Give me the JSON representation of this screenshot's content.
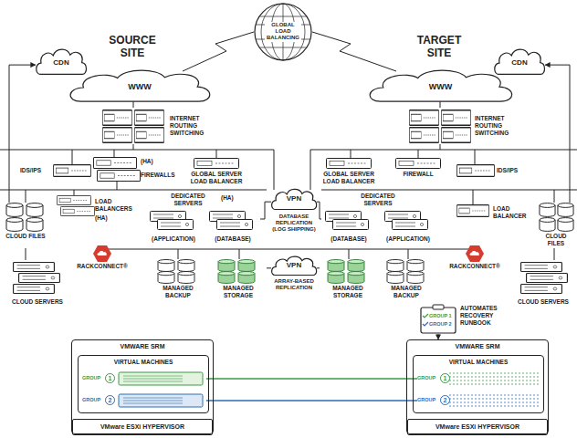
{
  "diagram": {
    "nodes": [
      {
        "text": [
          "GLOBAL LOAD BALANCING"
        ]
      },
      {
        "text": [
          "CDN"
        ]
      },
      {
        "text": [
          "WWW"
        ]
      },
      {
        "text": [
          "CDN"
        ]
      },
      {
        "text": [
          "WWW"
        ]
      },
      {
        "text": [
          "INTERNET ROUTING SWITCHING"
        ]
      },
      {
        "text": [
          "INTERNET ROUTING SWITCHING"
        ]
      },
      {
        "text": [
          "IDS/IPS"
        ]
      },
      {
        "text": [
          "FIREWALLS"
        ]
      },
      {
        "text": [
          "GLOBAL SERVER LOAD BALANCER"
        ]
      },
      {
        "text": [
          "GLOBAL SERVER LOAD BALANCER"
        ]
      },
      {
        "text": [
          "FIREWALL"
        ]
      },
      {
        "text": [
          "IDS/IPS"
        ]
      },
      {
        "text": [
          "CLOUD FILES"
        ]
      },
      {
        "text": [
          "LOAD BALANCERS"
        ]
      },
      {
        "text": [
          "(APPLICATION)"
        ]
      },
      {
        "text": [
          "(DATABASE)"
        ]
      },
      {
        "text": [
          "VPN"
        ]
      },
      {
        "text": [
          "(DATABASE)"
        ]
      },
      {
        "text": [
          "(APPLICATION)"
        ]
      },
      {
        "text": [
          "LOAD BALANCER"
        ]
      },
      {
        "text": [
          "CLOUD FILES"
        ]
      },
      {
        "text": [
          "RACKCONNECT®"
        ]
      },
      {
        "text": [
          "RACKCONNECT®"
        ]
      },
      {
        "text": [
          "CLOUD SERVERS"
        ]
      },
      {
        "text": [
          "MANAGED BACKUP"
        ]
      },
      {
        "text": [
          "MANAGED STORAGE"
        ]
      },
      {
        "text": [
          "VPN"
        ]
      },
      {
        "text": [
          "MANAGED STORAGE"
        ]
      },
      {
        "text": [
          "MANAGED BACKUP"
        ]
      },
      {
        "text": [
          "CLOUD SERVERS"
        ]
      },
      {
        "text": [
          "GROUP 1",
          "GROUP 2",
          "AUTOMATES RECOVERY RUNBOOK"
        ]
      },
      {
        "text": [
          "VMWARE SRM"
        ]
      },
      {
        "text": [
          "VIRTUAL MACHINES"
        ],
        "in": 32
      },
      {
        "text": [
          "GROUP",
          "1"
        ],
        "in": 33
      },
      {
        "text": [
          "GROUP",
          "2"
        ],
        "in": 33
      },
      {
        "text": [
          "VMware ESXi HYPERVISOR"
        ],
        "in": 32
      },
      {
        "text": [
          "VMWARE SRM"
        ]
      },
      {
        "text": [
          "VIRTUAL MACHINES"
        ],
        "in": 37
      },
      {
        "text": [
          "GROUP",
          "1"
        ],
        "in": 38
      },
      {
        "text": [
          "GROUP",
          "2"
        ],
        "in": 38
      },
      {
        "text": [
          "VMware ESXi HYPERVISOR"
        ],
        "in": 37
      }
    ],
    "edges": [
      {
        "from": 0,
        "to": 2,
        "arrow": "none"
      },
      {
        "from": 0,
        "to": 4,
        "arrow": "none"
      },
      {
        "from": 2,
        "to": 5,
        "arrow": "none"
      },
      {
        "from": 4,
        "to": 6,
        "arrow": "none"
      },
      {
        "from": 13,
        "to": 1,
        "arrow": "to"
      },
      {
        "from": 21,
        "to": 3,
        "arrow": "to"
      },
      {
        "from": 16,
        "to": 17,
        "arrow": "none"
      },
      {
        "from": 17,
        "to": 18,
        "arrow": "none"
      },
      {
        "from": 26,
        "to": 27,
        "arrow": "none"
      },
      {
        "from": 27,
        "to": 28,
        "arrow": "none"
      },
      {
        "from": 13,
        "to": 24,
        "arrow": "none"
      },
      {
        "from": 21,
        "to": 30,
        "arrow": "none"
      },
      {
        "from": 34,
        "to": 39,
        "arrow": "none"
      },
      {
        "from": 35,
        "to": 40,
        "arrow": "none"
      },
      {
        "from": 31,
        "to": 37,
        "arrow": "to"
      }
    ],
    "labels": [
      "SOURCE SITE",
      "TARGET SITE",
      "(HA)",
      "(HA)",
      "DEDICATED SERVERS",
      "(HA)",
      "DEDICATED SERVERS",
      "DATABASE REPLICATION (LOG SHIPPING)",
      "ARRAY-BASED REPLICATION"
    ]
  }
}
